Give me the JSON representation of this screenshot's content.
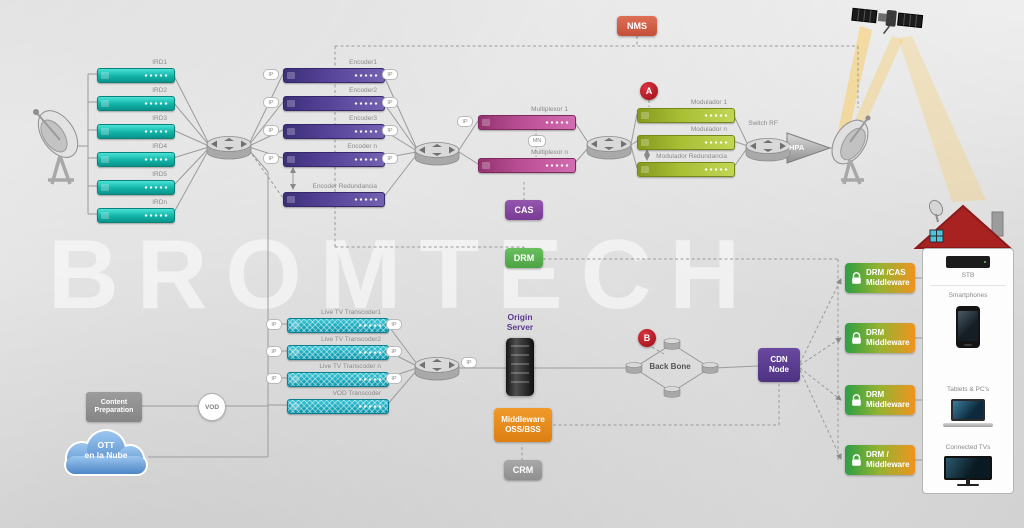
{
  "watermark": "BROMTECH",
  "badges": {
    "nms": "NMS",
    "cas": "CAS",
    "drm": "DRM",
    "crm": "CRM",
    "a": "A",
    "b": "B"
  },
  "ip_label": "IP",
  "mn_label": "MN",
  "irds": {
    "items": [
      {
        "label": "IRD1"
      },
      {
        "label": "IRD2"
      },
      {
        "label": "IRD3"
      },
      {
        "label": "IRD4"
      },
      {
        "label": "IRD5"
      },
      {
        "label": "IRDn"
      }
    ]
  },
  "encoders": {
    "items": [
      {
        "label": "Encoder1"
      },
      {
        "label": "Encoder2"
      },
      {
        "label": "Encoder3"
      },
      {
        "label": "Encoder n"
      },
      {
        "label": "Encoder Redundancia"
      }
    ]
  },
  "multiplexors": {
    "items": [
      {
        "label": "Multiplexor 1"
      },
      {
        "label": "Multiplexor n"
      }
    ]
  },
  "modulators": {
    "items": [
      {
        "label": "Modulador 1"
      },
      {
        "label": "Modulador n"
      },
      {
        "label": "Modulador Redundancia"
      }
    ]
  },
  "rf": {
    "switch_label": "Switch RF",
    "hpa_label": "HPA"
  },
  "transcoders": {
    "items": [
      {
        "label": "Live TV Transcoder1"
      },
      {
        "label": "Live TV Transcoder2"
      },
      {
        "label": "Live TV Transcoder n"
      },
      {
        "label": "VOD Transcoder"
      }
    ]
  },
  "origin_server": {
    "line1": "Origin",
    "line2": "Server"
  },
  "middleware_oss": {
    "line1": "Middleware",
    "line2": "OSS/BSS"
  },
  "backbone": {
    "label": "Back Bone"
  },
  "cdn": {
    "line1": "CDN",
    "line2": "Node"
  },
  "content_prep": {
    "line1": "Content",
    "line2": "Preparation"
  },
  "vod_label": "VOD",
  "ott": {
    "line1": "OTT",
    "line2": "en la Nube"
  },
  "client_middleware": {
    "items": [
      {
        "line1": "DRM /CAS",
        "line2": "Middleware"
      },
      {
        "line1": "DRM",
        "line2": "Middleware"
      },
      {
        "line1": "DRM",
        "line2": "Middleware"
      },
      {
        "line1": "DRM /",
        "line2": "Middleware"
      }
    ]
  },
  "devices": {
    "items": [
      {
        "label": "STB"
      },
      {
        "label": "Smartphones"
      },
      {
        "label": "Tablets & PC's"
      },
      {
        "label": "Connected TVs"
      }
    ]
  }
}
